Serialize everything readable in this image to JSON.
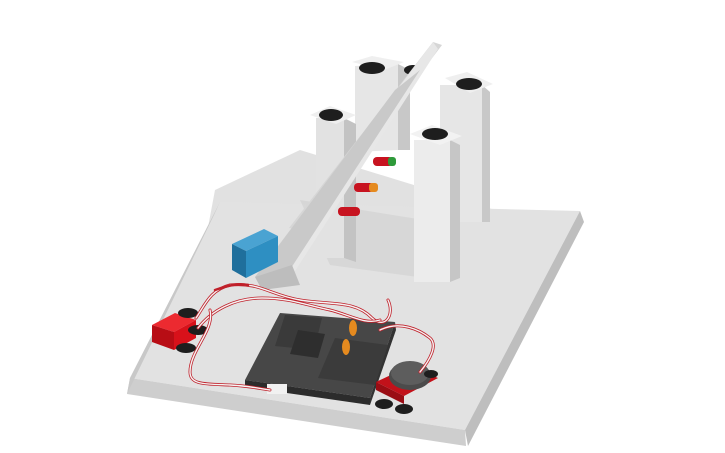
{
  "scene": {
    "kind": "3d-cad-model",
    "background": "#ffffff",
    "colors": {
      "base_top": "#e3e3e3",
      "base_front": "#cfcfcf",
      "base_side": "#bdbdbd",
      "shadow": "#d4d4d4",
      "pillar_light": "#e8e8e8",
      "pillar_dark": "#c4c4c4",
      "rail": "#dadada",
      "board": "#404040",
      "board_dark": "#2c2c2c",
      "wire_red": "#c0202a",
      "wire_white": "#f4f4f4",
      "red_part": "#d8111a",
      "blue_block": "#2e8fc2",
      "amber": "#e58a1f",
      "green": "#2e9a3a"
    },
    "parts": [
      "base-plate",
      "rail-beam",
      "support-pillar",
      "blue-block",
      "red-connector",
      "circuit-board",
      "round-button",
      "led-indicator",
      "wire-harness"
    ]
  }
}
